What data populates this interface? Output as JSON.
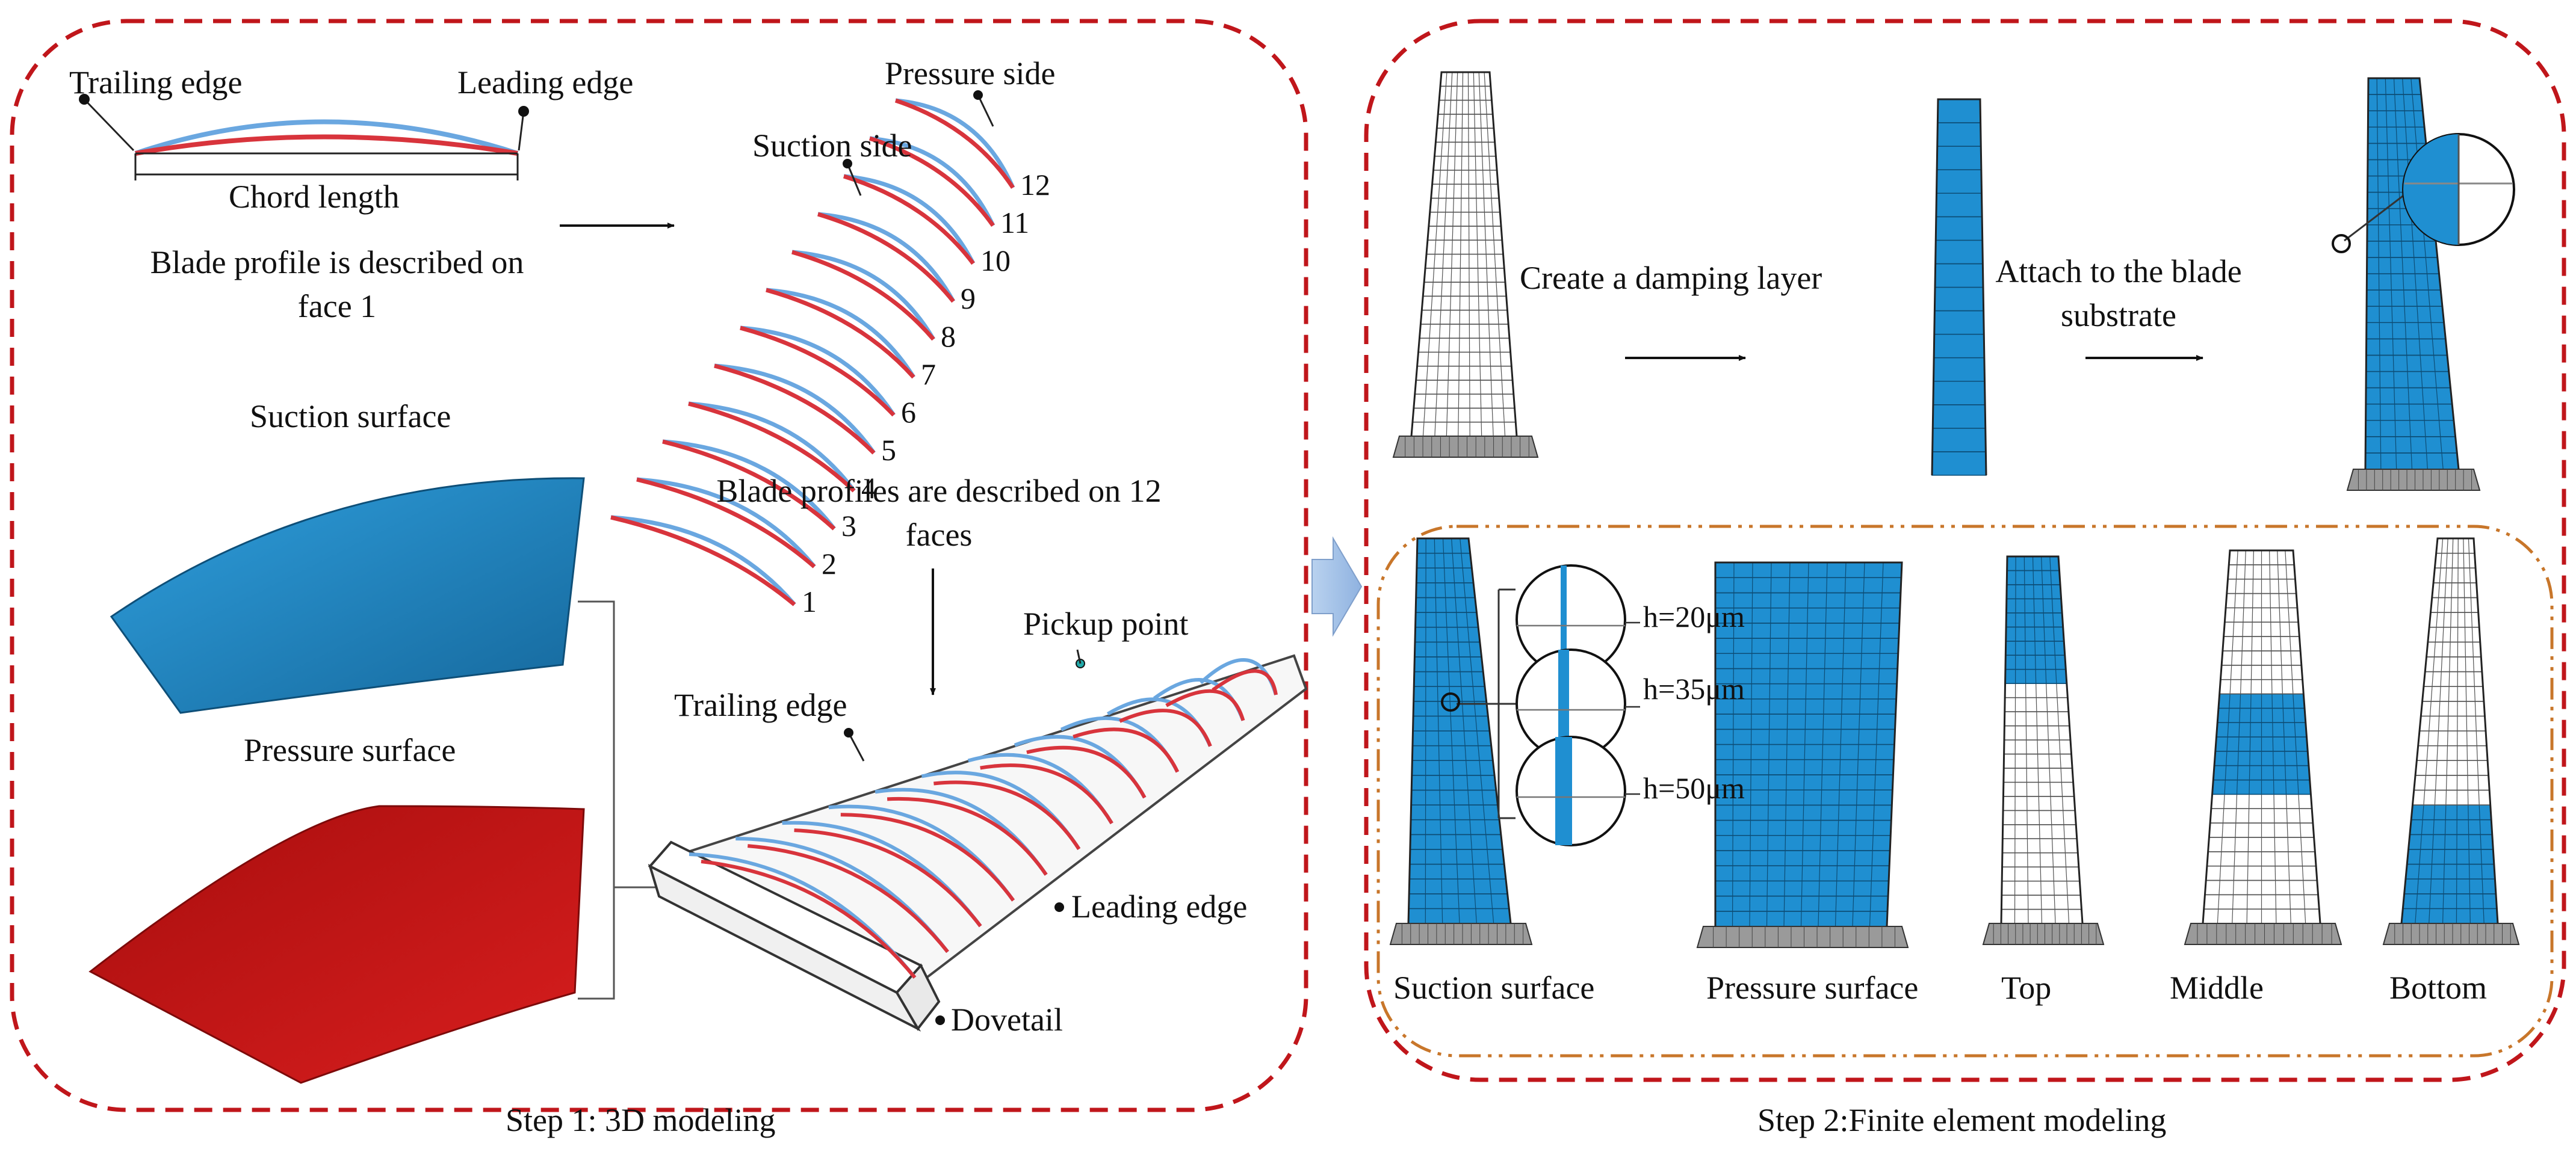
{
  "colors": {
    "frame_dashed": "#c0161b",
    "inner_dashdot": "#c8762a",
    "suction_blue": "#1f8fd1",
    "pressure_red": "#c51616",
    "profile_blue": "#6aa7e0",
    "profile_red": "#d8343c",
    "mesh_line": "#555555",
    "big_arrow": "#9dbde5"
  },
  "step1": {
    "caption": "Step 1: 3D modeling",
    "profile": {
      "trailing_edge": "Trailing edge",
      "leading_edge": "Leading edge",
      "chord_length": "Chord length",
      "desc": "Blade profile is described on face 1"
    },
    "stack": {
      "pressure_side": "Pressure side",
      "suction_side": "Suction side",
      "face_numbers": [
        "1",
        "2",
        "3",
        "4",
        "5",
        "6",
        "7",
        "8",
        "9",
        "10",
        "11",
        "12"
      ],
      "desc": "Blade profiles are described on 12 faces"
    },
    "surfaces": {
      "suction": "Suction surface",
      "pressure": "Pressure surface"
    },
    "blade": {
      "pickup_point": "Pickup point",
      "trailing_edge": "Trailing edge",
      "leading_edge": "Leading edge",
      "dovetail": "Dovetail"
    }
  },
  "step2": {
    "caption": "Step 2:Finite element modeling",
    "flow": {
      "create": "Create a damping layer",
      "attach": "Attach to the blade substrate"
    },
    "thickness": [
      "h=20μm",
      "h=35μm",
      "h=50μm"
    ],
    "variants": [
      "Suction surface",
      "Pressure surface",
      "Top",
      "Middle",
      "Bottom"
    ]
  }
}
